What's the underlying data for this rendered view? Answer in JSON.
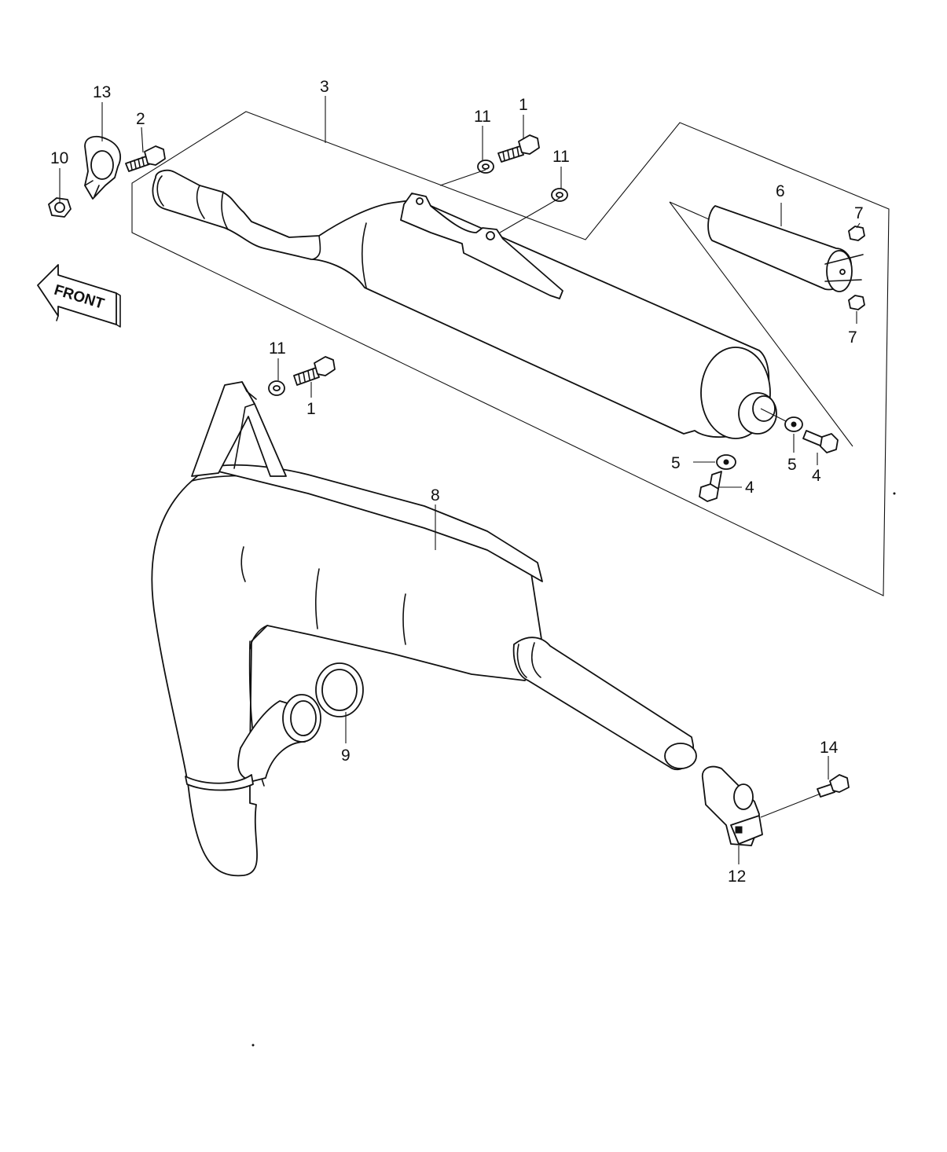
{
  "diagram": {
    "front_arrow_text": "FRONT",
    "callouts": {
      "c13": "13",
      "c2": "2",
      "c10": "10",
      "c3": "3",
      "c11a": "11",
      "c1a": "1",
      "c11b": "11",
      "c6": "6",
      "c7a": "7",
      "c7b": "7",
      "c11c": "11",
      "c1b": "1",
      "c5a": "5",
      "c5b": "5",
      "c4a": "4",
      "c4b": "4",
      "c8": "8",
      "c9": "9",
      "c14": "14",
      "c12": "12"
    }
  }
}
